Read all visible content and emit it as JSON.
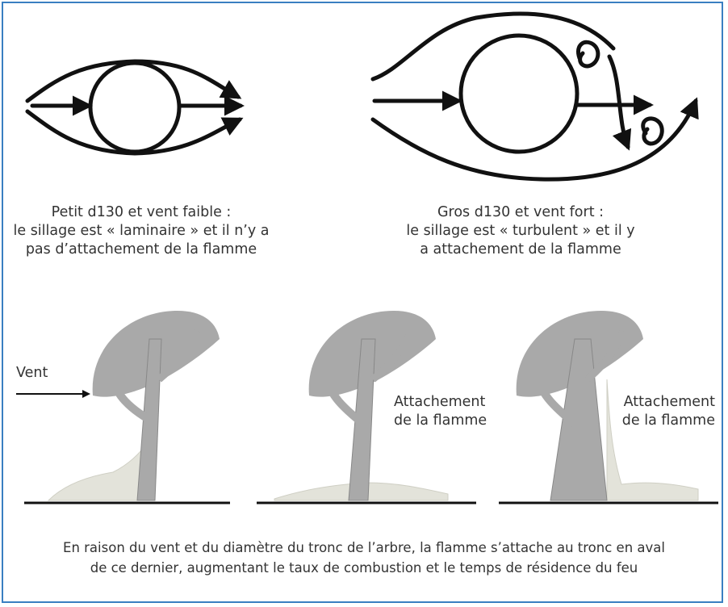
{
  "diagram": {
    "left_caption": {
      "line1": "Petit d130 et vent faible :",
      "line2": "le sillage est « laminaire » et il n’y a",
      "line3": "pas d’attachement de la flamme"
    },
    "right_caption": {
      "line1": "Gros d130 et vent fort :",
      "line2": "le sillage est « turbulent » et il y",
      "line3": "a attachement de la flamme"
    },
    "wind_label": "Vent",
    "attach_label_1": {
      "line1": "Attachement",
      "line2": "de la flamme"
    },
    "attach_label_2": {
      "line1": "Attachement",
      "line2": "de la flamme"
    },
    "bottom_caption": {
      "line1": "En raison du vent et du diamètre du tronc de l’arbre, la flamme s’attache au tronc en aval",
      "line2": "de ce dernier, augmentant le taux de combustion et le temps de résidence du feu"
    },
    "colors": {
      "border": "#3a7fc1",
      "tree": "#a9a9a9",
      "flame": "#d9d9cf",
      "ink": "#111111"
    }
  }
}
